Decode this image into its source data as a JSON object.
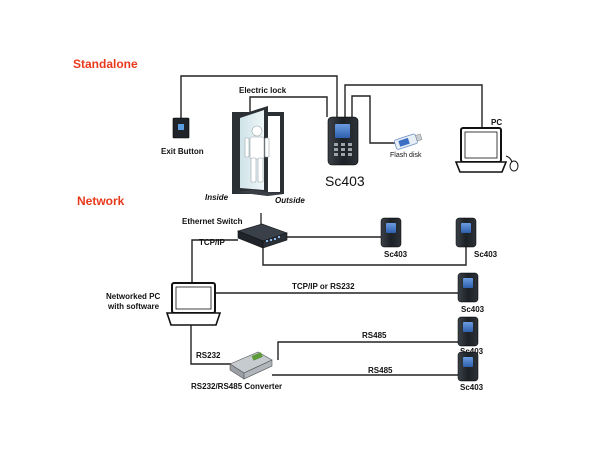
{
  "colors": {
    "section": "#e8391c",
    "device": "#1f242a",
    "screen": "#3a6fc4"
  },
  "standalone": {
    "title": "Standalone",
    "electric_lock": "Electric lock",
    "exit_button": "Exit Button",
    "inside": "Inside",
    "outside": "Outside",
    "device": "Sc403",
    "flash_disk": "Flash disk",
    "pc": "PC"
  },
  "network": {
    "title": "Network",
    "ethernet_switch": "Ethernet Switch",
    "tcpip": "TCP/IP",
    "networked_pc_line1": "Networked PC",
    "networked_pc_line2": "with software",
    "tcpip_rs232": "TCP/IP or RS232",
    "rs232": "RS232",
    "converter": "RS232/RS485 Converter",
    "rs485_a": "RS485",
    "rs485_b": "RS485",
    "devices": [
      "Sc403",
      "Sc403",
      "Sc403",
      "Sc403",
      "Sc403"
    ]
  }
}
